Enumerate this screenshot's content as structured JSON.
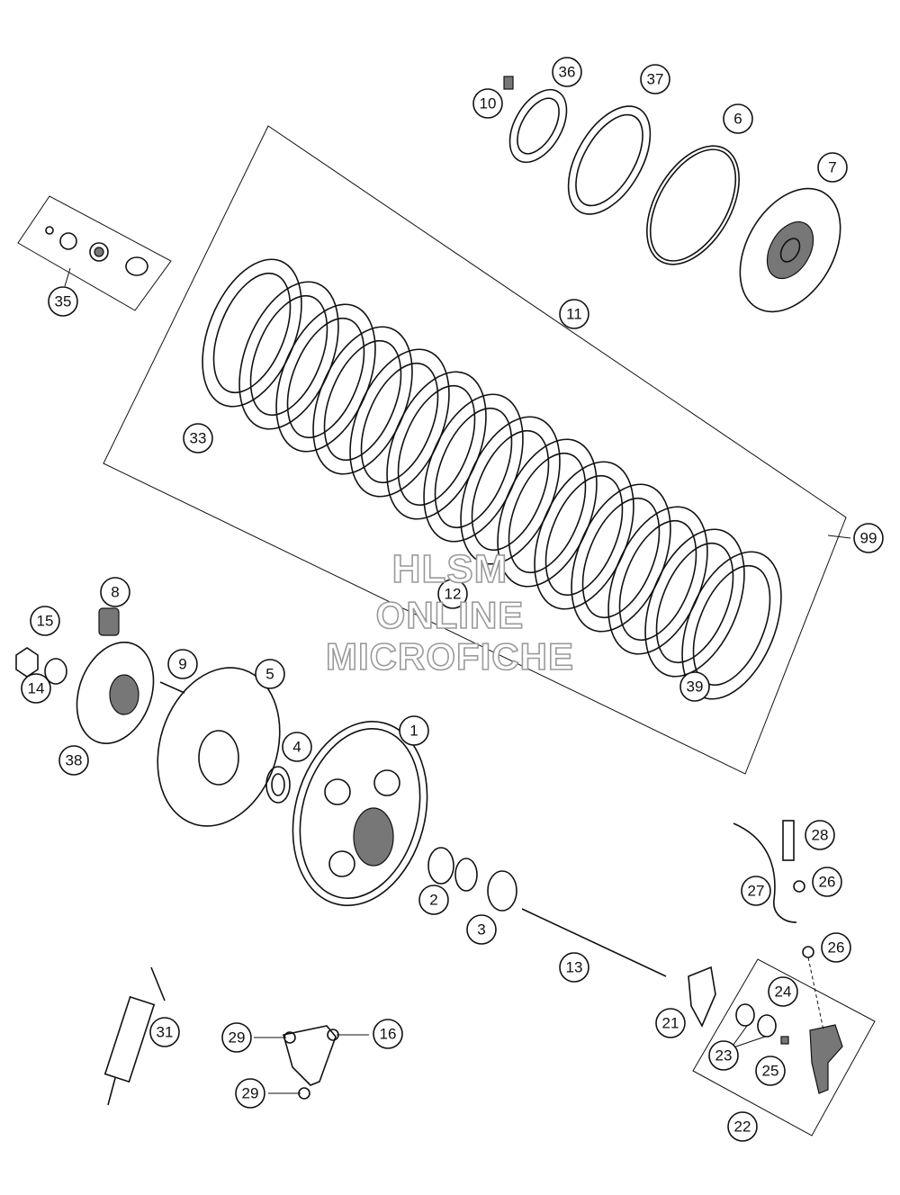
{
  "watermark": {
    "line1": "HLSM",
    "line2": "ONLINE",
    "line3": "MICROFICHE"
  },
  "callouts": [
    "1",
    "2",
    "3",
    "4",
    "5",
    "6",
    "7",
    "8",
    "9",
    "10",
    "11",
    "12",
    "13",
    "14",
    "15",
    "16",
    "21",
    "22",
    "23",
    "24",
    "25",
    "26",
    "26",
    "27",
    "28",
    "29",
    "29",
    "31",
    "33",
    "35",
    "36",
    "37",
    "38",
    "39",
    "99"
  ],
  "colors": {
    "line": "#111111",
    "fill": "#777777",
    "watermark": "#9a9a9a"
  }
}
